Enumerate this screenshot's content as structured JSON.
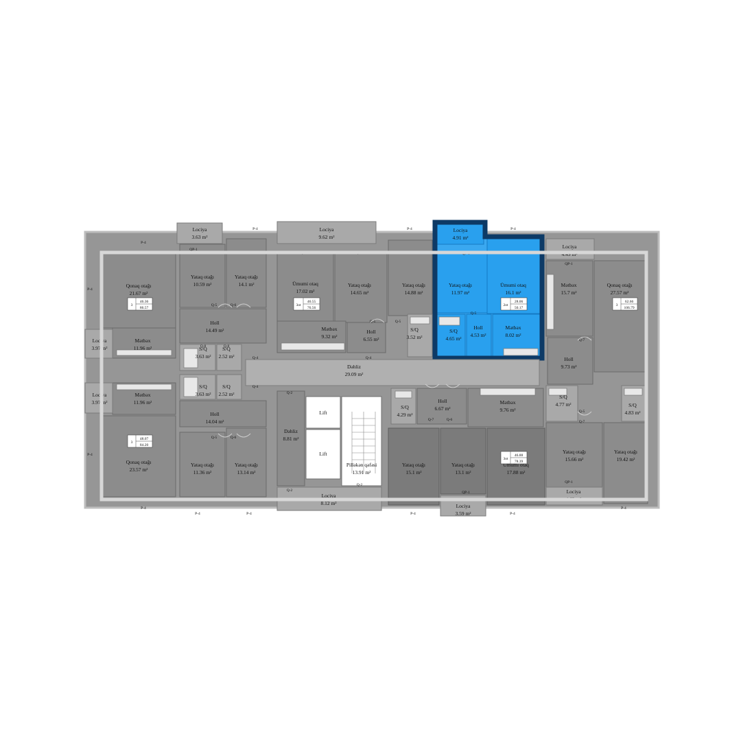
{
  "plan": {
    "highlight_color": "#29a0ee",
    "outline_color": "#0d3a66",
    "room_color": "#8c8c8c",
    "rooms": [
      {
        "id": "lociya-a",
        "name": "Lociya",
        "area": "3.63 m²"
      },
      {
        "id": "lociya-b",
        "name": "Lociya",
        "area": "9.62 m²"
      },
      {
        "id": "lociya-c",
        "name": "Lociya",
        "area": "4.91 m²"
      },
      {
        "id": "lociya-d",
        "name": "Lociya",
        "area": "4.49 m²"
      },
      {
        "id": "qonaq-a",
        "name": "Qonaq otağı",
        "area": "21.67 m²"
      },
      {
        "id": "yataq-a",
        "name": "Yataq otağı",
        "area": "10.59 m²"
      },
      {
        "id": "yataq-b",
        "name": "Yataq otağı",
        "area": "14.1 m²"
      },
      {
        "id": "umumi-a",
        "name": "Ümumi otaq",
        "area": "17.02 m²"
      },
      {
        "id": "yataq-c",
        "name": "Yataq otağı",
        "area": "14.65 m²"
      },
      {
        "id": "yataq-d",
        "name": "Yataq otağı",
        "area": "14.88 m²"
      },
      {
        "id": "yataq-e",
        "name": "Yataq otağı",
        "area": "11.97 m²"
      },
      {
        "id": "umumi-b",
        "name": "Ümumi otaq",
        "area": "16.1 m²"
      },
      {
        "id": "metbex-a",
        "name": "Mətbəx",
        "area": "15.7 m²"
      },
      {
        "id": "qonaq-b",
        "name": "Qonaq otağı",
        "area": "27.57 m²"
      },
      {
        "id": "holl-a",
        "name": "Holl",
        "area": "14.49 m²"
      },
      {
        "id": "lociya-e",
        "name": "Lociya",
        "area": "3.97 m²"
      },
      {
        "id": "metbex-b",
        "name": "Mətbəx",
        "area": "11.96 m²"
      },
      {
        "id": "sq-a",
        "name": "S/Q",
        "area": "3.63 m²"
      },
      {
        "id": "sq-b",
        "name": "S/Q",
        "area": "2.52 m²"
      },
      {
        "id": "metbex-c",
        "name": "Mətbəx",
        "area": "9.32 m²"
      },
      {
        "id": "holl-b",
        "name": "Holl",
        "area": "6.55 m²"
      },
      {
        "id": "sq-c",
        "name": "S/Q",
        "area": "3.52 m²"
      },
      {
        "id": "sq-d",
        "name": "S/Q",
        "area": "4.65 m²"
      },
      {
        "id": "holl-c",
        "name": "Holl",
        "area": "4.53 m²"
      },
      {
        "id": "metbex-d",
        "name": "Mətbəx",
        "area": "8.02 m²"
      },
      {
        "id": "holl-d",
        "name": "Holl",
        "area": "9.73 m²"
      },
      {
        "id": "dehliz-a",
        "name": "Dəhliz",
        "area": "29.09 m²"
      },
      {
        "id": "lociya-f",
        "name": "Lociya",
        "area": "3.97 m²"
      },
      {
        "id": "metbex-e",
        "name": "Mətbəx",
        "area": "11.96 m²"
      },
      {
        "id": "sq-e",
        "name": "S/Q",
        "area": "3.63 m²"
      },
      {
        "id": "sq-f",
        "name": "S/Q",
        "area": "2.52 m²"
      },
      {
        "id": "sq-g",
        "name": "S/Q",
        "area": "4.29 m²"
      },
      {
        "id": "holl-e",
        "name": "Holl",
        "area": "6.67 m²"
      },
      {
        "id": "metbex-f",
        "name": "Mətbəx",
        "area": "9.76 m²"
      },
      {
        "id": "sq-h",
        "name": "S/Q",
        "area": "4.77 m²"
      },
      {
        "id": "sq-i",
        "name": "S/Q",
        "area": "4.83 m²"
      },
      {
        "id": "holl-f",
        "name": "Holl",
        "area": "14.04 m²"
      },
      {
        "id": "dehliz-b",
        "name": "Dəhliz",
        "area": "8.81 m²"
      },
      {
        "id": "qonaq-c",
        "name": "Qonaq otağı",
        "area": "23.57 m²"
      },
      {
        "id": "yataq-f",
        "name": "Yataq otağı",
        "area": "11.36 m²"
      },
      {
        "id": "yataq-g",
        "name": "Yataq otağı",
        "area": "13.14 m²"
      },
      {
        "id": "pilleken",
        "name": "Pilləkən qəfəsi",
        "area": "13.91 m²"
      },
      {
        "id": "yataq-h",
        "name": "Yataq otağı",
        "area": "15.1 m²"
      },
      {
        "id": "yataq-i",
        "name": "Yataq otağı",
        "area": "13.1 m²"
      },
      {
        "id": "umumi-c",
        "name": "Ümumi otaq",
        "area": "17.88 m²"
      },
      {
        "id": "yataq-j",
        "name": "Yataq otağı",
        "area": "15.66 m²"
      },
      {
        "id": "yataq-k",
        "name": "Yataq otağı",
        "area": "19.42 m²"
      },
      {
        "id": "lociya-g",
        "name": "Lociya",
        "area": "8.12 m²"
      },
      {
        "id": "lociya-h",
        "name": "Lociya",
        "area": "3.59 m²"
      },
      {
        "id": "lociya-i",
        "name": "Lociya",
        "area": "4.62 m²"
      }
    ],
    "lift_label": "Lift",
    "apartments": [
      {
        "id": "apt-nw",
        "rooms": "3",
        "area_top": "46.36",
        "area_bottom": "86.57"
      },
      {
        "id": "apt-n",
        "rooms": "3ot",
        "area_top": "46.55",
        "area_bottom": "76.56"
      },
      {
        "id": "apt-hl",
        "rooms": "2ot",
        "area_top": "28.06",
        "area_bottom": "50.17"
      },
      {
        "id": "apt-ne",
        "rooms": "3",
        "area_top": "62.66",
        "area_bottom": "106.79"
      },
      {
        "id": "apt-sw",
        "rooms": "3",
        "area_top": "48.07",
        "area_bottom": "84.20"
      },
      {
        "id": "apt-s",
        "rooms": "3ot",
        "area_top": "46.88",
        "area_bottom": "78.39"
      }
    ],
    "tags": {
      "p4": "P-4",
      "qp1": "QP-1",
      "q2": "Q-2",
      "q4": "Q-4",
      "q5": "Q-5",
      "q6": "Q-6",
      "q7": "Q-7",
      "q8": "Q-8"
    }
  }
}
